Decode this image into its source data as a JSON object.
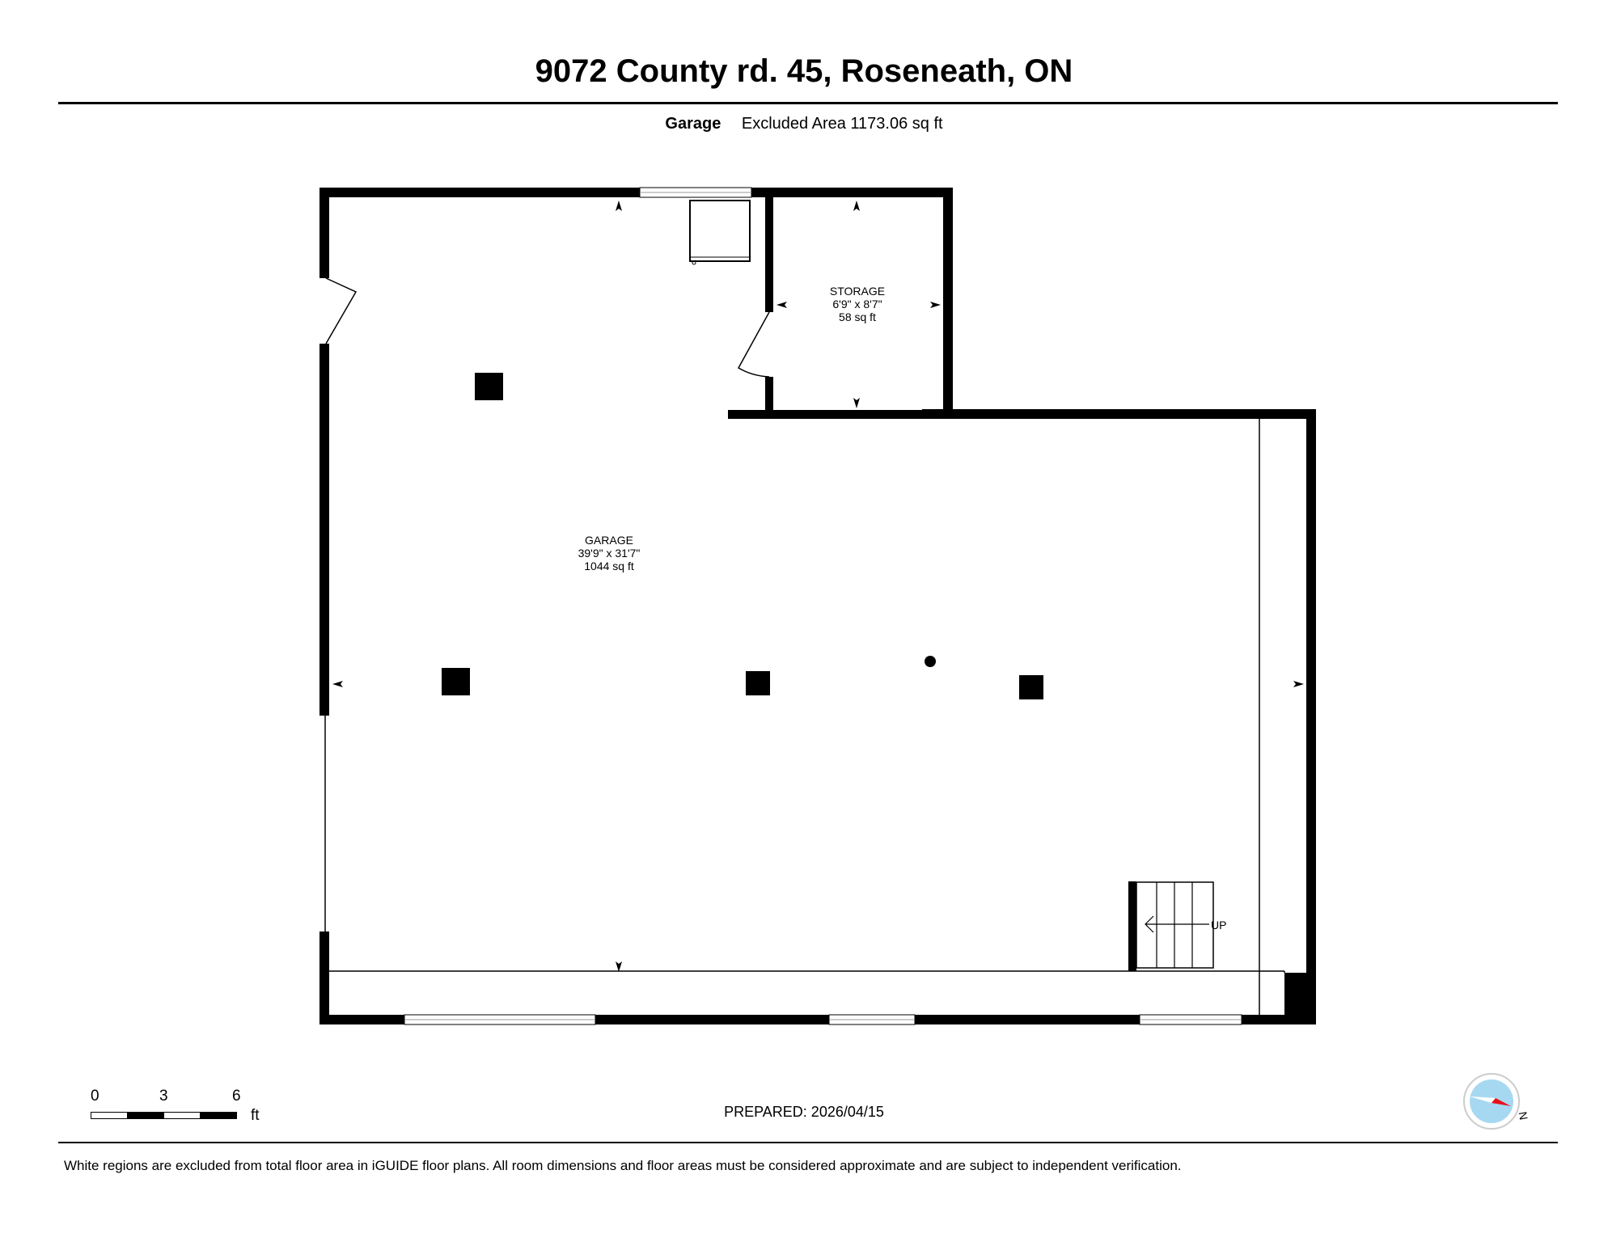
{
  "header": {
    "title": "9072 County rd. 45, Roseneath, ON",
    "level_name": "Garage",
    "excluded_area": "Excluded Area 1173.06 sq ft"
  },
  "rooms": [
    {
      "name": "STORAGE",
      "dimensions": "6'9\" x 8'7\"",
      "area": "58 sq ft"
    },
    {
      "name": "GARAGE",
      "dimensions": "39'9\" x 31'7\"",
      "area": "1044 sq ft"
    }
  ],
  "stairs": {
    "label": "UP"
  },
  "scale_bar": {
    "ticks": [
      "0",
      "3",
      "6"
    ],
    "unit": "ft"
  },
  "compass": {
    "label": "N",
    "accent_color": "#e8101a",
    "fill_color": "#a7d8f2"
  },
  "footer": {
    "prepared": "PREPARED: 2026/04/15",
    "disclaimer": "White regions are excluded from total floor area in iGUIDE floor plans. All room dimensions and floor areas must be considered approximate and are subject to independent verification."
  }
}
